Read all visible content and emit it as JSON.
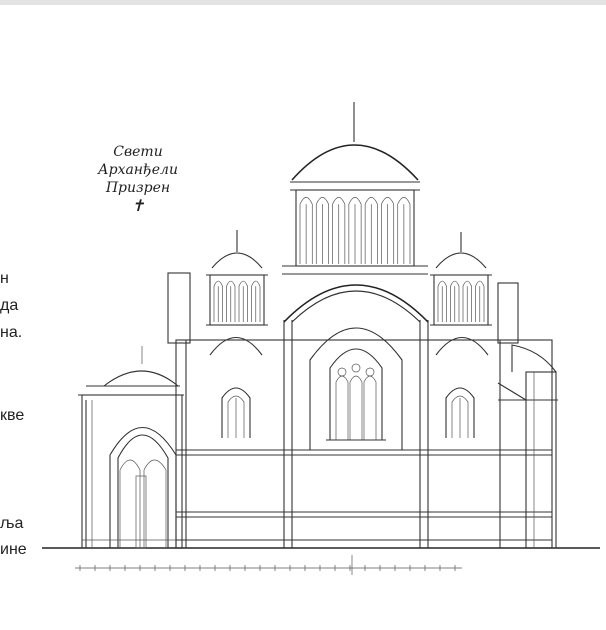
{
  "drawing_title": [
    "Свети",
    "Арханђели",
    "Призрен"
  ],
  "title_monogram": "✝",
  "clipped_text": [
    "н",
    "да",
    "на.",
    "кве",
    "ља",
    "ине"
  ]
}
